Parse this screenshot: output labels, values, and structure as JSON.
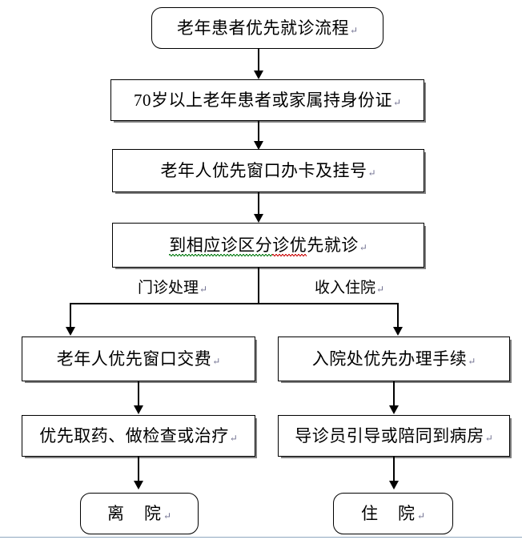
{
  "document": {
    "title": "老年患者优先就诊流程",
    "pilcrow": "↵",
    "bottom_rule_color": "#8fa8bf"
  },
  "nodes": {
    "start": {
      "label": "老年患者优先就诊流程",
      "shape": "rounded"
    },
    "step1": {
      "label": "70岁以上老年患者或家属持身份证",
      "shape": "rect"
    },
    "step2": {
      "label": "老年人优先窗口办卡及挂号",
      "shape": "rect"
    },
    "step3": {
      "label": "到相应诊区分诊优先就诊",
      "shape": "rect",
      "spell_green": "到相应诊区分",
      "spell_red": "诊优",
      "spell_plain": "先就诊"
    },
    "left1": {
      "label": "老年人优先窗口交费",
      "shape": "rect"
    },
    "left2": {
      "label": "优先取药、做检查或治疗",
      "shape": "rect"
    },
    "left_end": {
      "label": "离　院",
      "shape": "rounded"
    },
    "right1": {
      "label": "入院处优先办理手续",
      "shape": "rect"
    },
    "right2": {
      "label": "导诊员引导或陪同到病房",
      "shape": "rect"
    },
    "right_end": {
      "label": "住　院",
      "shape": "rounded"
    }
  },
  "branches": {
    "left_label": "门诊处理",
    "right_label": "收入住院"
  },
  "colors": {
    "line": "#000000",
    "box_border": "#000000",
    "box_fill": "#ffffff",
    "shadow": "#808080",
    "spell_green": "#1f8a2a",
    "spell_red": "#d02020",
    "pilcrow": "#6f6f8f"
  }
}
